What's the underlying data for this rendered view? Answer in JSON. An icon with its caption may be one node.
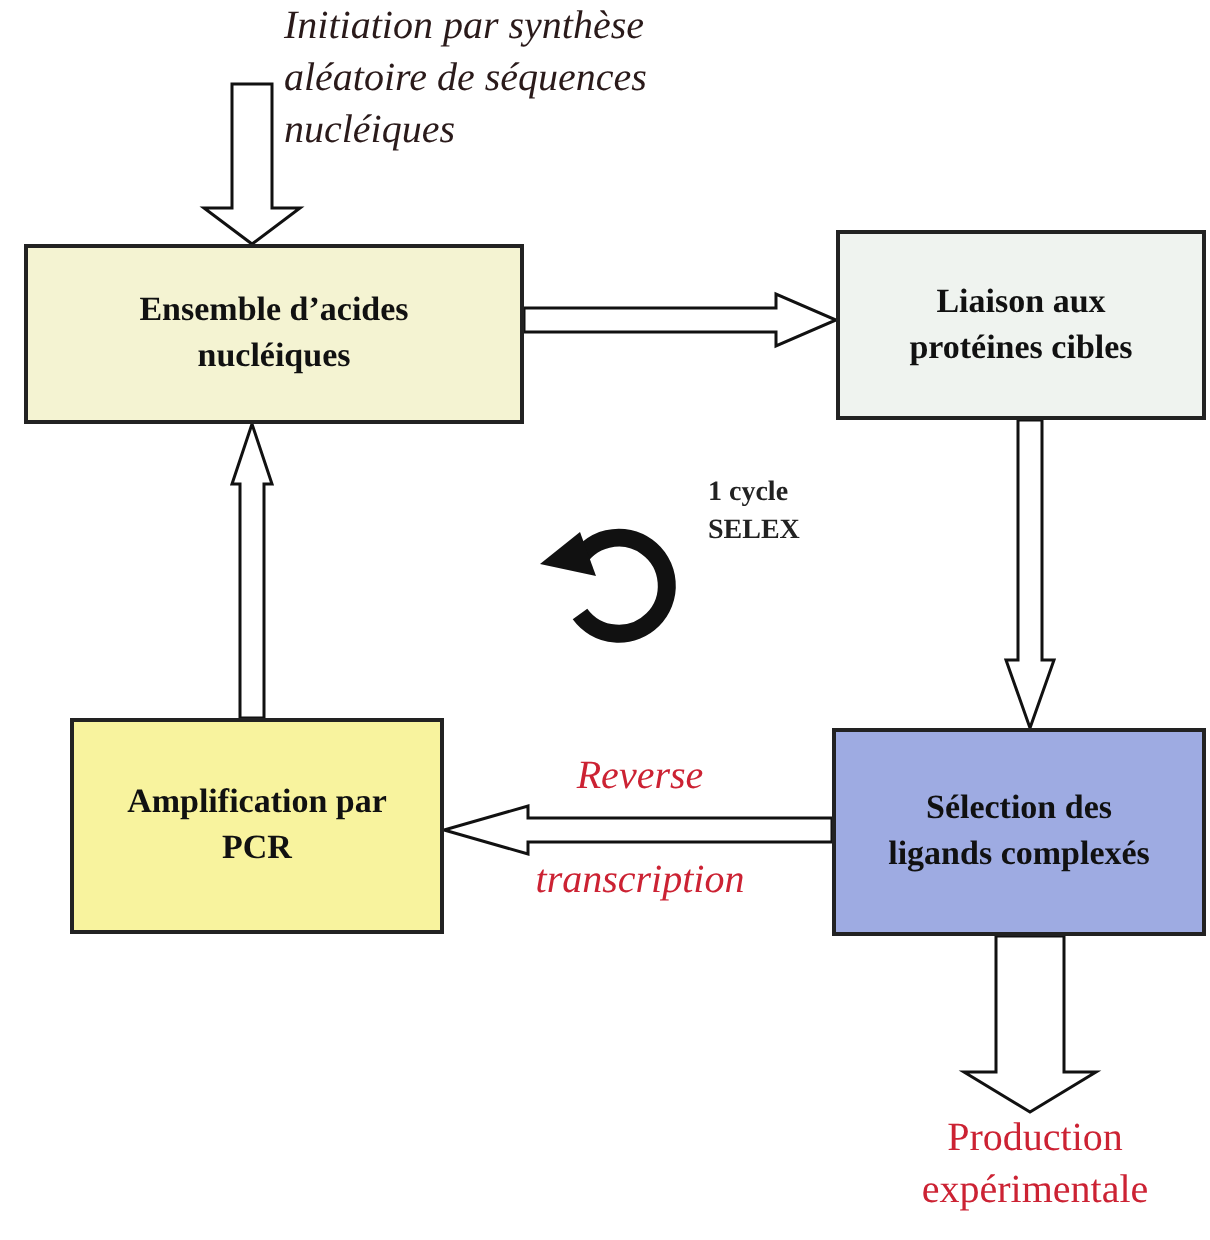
{
  "diagram": {
    "nodes": [
      {
        "text": [
          "Initiation par synthèse aléatoire de séquences nucléiques"
        ]
      },
      {
        "text": [
          "Ensemble d’acides nucléiques"
        ]
      },
      {
        "text": [
          "Liaison aux protéines cibles"
        ]
      },
      {
        "text": [
          "Sélection des ligands complexés"
        ]
      },
      {
        "text": [
          "Amplification par PCR"
        ]
      },
      {
        "text": [
          "Production expérimentale"
        ]
      }
    ],
    "edges": [
      {
        "from": 0,
        "to": 1,
        "arrow": "to"
      },
      {
        "from": 1,
        "to": 2,
        "arrow": "to"
      },
      {
        "from": 2,
        "to": 3,
        "arrow": "to"
      },
      {
        "from": 3,
        "to": 4,
        "arrow": "to",
        "label": "Reverse transcription",
        "color": "#cc2233"
      },
      {
        "from": 4,
        "to": 1,
        "arrow": "to"
      },
      {
        "from": 3,
        "to": 5,
        "arrow": "to"
      }
    ],
    "labels": [
      "1 cycle SELEX"
    ]
  }
}
